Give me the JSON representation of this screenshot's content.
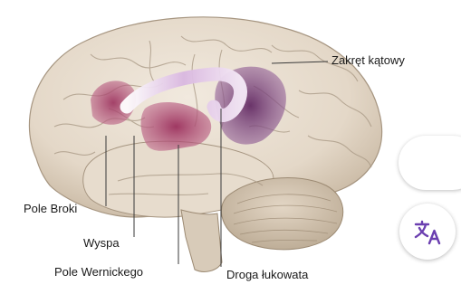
{
  "labels": {
    "angular_gyrus": "Zakręt kątowy",
    "broca": "Pole Broki",
    "insula": "Wyspa",
    "wernicke": "Pole Wernickego",
    "arcuate": "Droga łukowata"
  },
  "colors": {
    "background": "#ffffff",
    "brain_tissue": "#e9dfd1",
    "brain_shadow": "#b9a994",
    "highlight_magenta": "#8e2f55",
    "highlight_purple": "#6a2a63",
    "arcuate_tract": "#f3e8f6",
    "accent": "#6b3fb0"
  },
  "icons": {
    "translate": "translate-icon"
  }
}
